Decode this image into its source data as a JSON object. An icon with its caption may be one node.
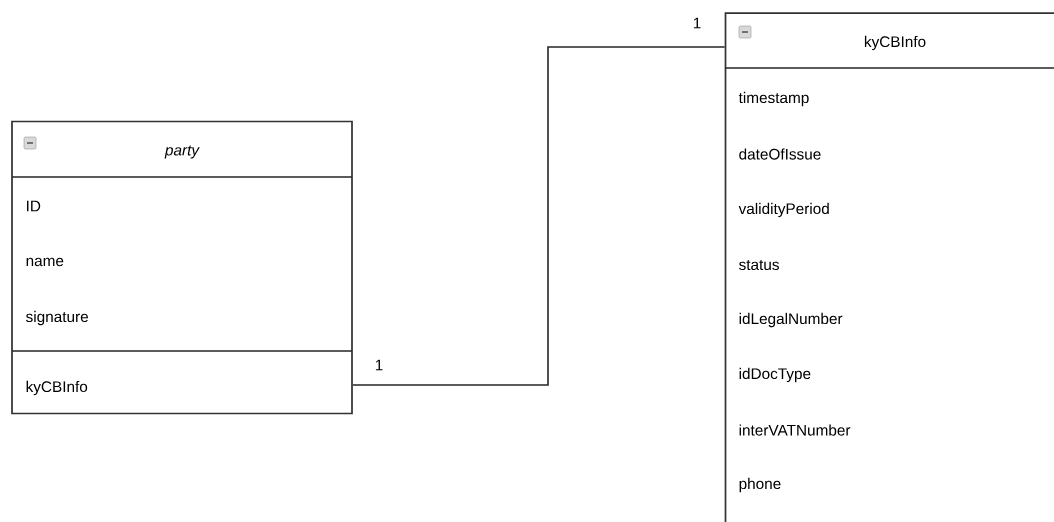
{
  "diagram": {
    "nodes": [
      {
        "text": [
          "party",
          "ID",
          "name",
          "signature",
          "kyCBInfo"
        ]
      },
      {
        "text": [
          "kyCBInfo",
          "timestamp",
          "dateOfIssue",
          "validityPeriod",
          "status",
          "idLegalNumber",
          "idDocType",
          "interVATNumber",
          "phone"
        ]
      }
    ],
    "edges": [
      {
        "from": 0,
        "to": 1,
        "arrow": "none"
      }
    ],
    "labels": [
      "1",
      "1"
    ]
  }
}
